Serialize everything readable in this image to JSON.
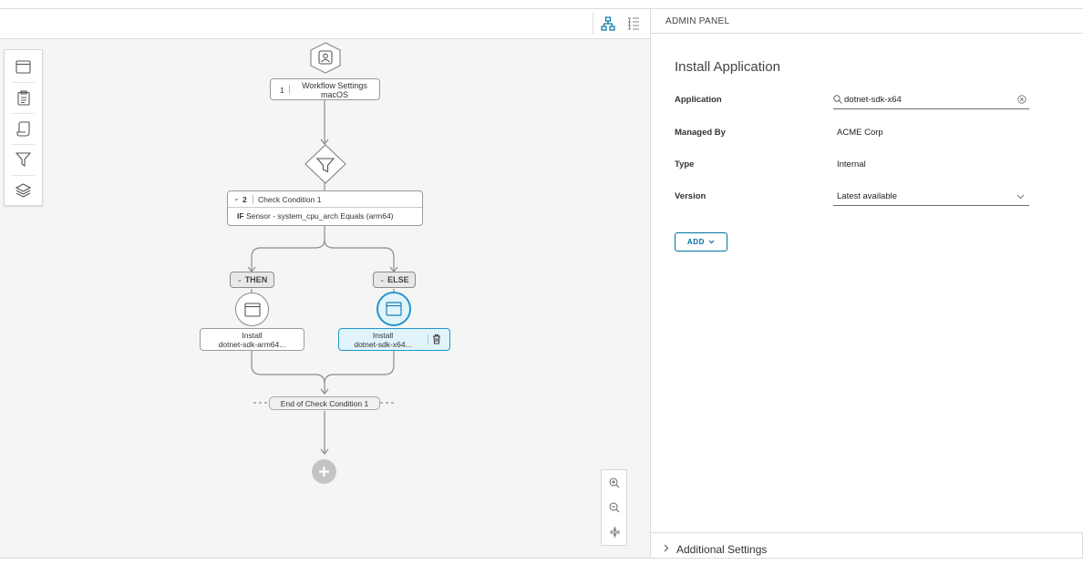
{
  "canvas": {
    "toolbar": {
      "icons": [
        "hierarchy-view-icon",
        "list-view-icon"
      ]
    },
    "left_toolbar": {
      "icons": [
        "window-icon",
        "clipboard-icon",
        "script-icon",
        "filter-icon",
        "layers-icon"
      ]
    },
    "flow": {
      "start": {
        "number": "1",
        "title": "Workflow Settings",
        "subtitle": "macOS"
      },
      "condition": {
        "number": "2",
        "title": "Check Condition 1",
        "if_keyword": "IF",
        "expression": "Sensor - system_cpu_arch Equals (arm64)"
      },
      "then_label": "THEN",
      "else_label": "ELSE",
      "then_step": {
        "line1": "Install",
        "line2": "dotnet-sdk-arm64..."
      },
      "else_step": {
        "line1": "Install",
        "line2": "dotnet-sdk-x64..."
      },
      "end_label": "End of Check Condition 1"
    },
    "zoom": {
      "icons": [
        "zoom-in-icon",
        "zoom-out-icon",
        "fit-to-screen-icon"
      ]
    }
  },
  "admin_panel": {
    "header": "ADMIN PANEL",
    "title": "Install Application",
    "fields": {
      "application": {
        "label": "Application",
        "value": "dotnet-sdk-x64"
      },
      "managed_by": {
        "label": "Managed By",
        "value": "ACME Corp"
      },
      "type": {
        "label": "Type",
        "value": "Internal"
      },
      "version": {
        "label": "Version",
        "value": "Latest available"
      }
    },
    "add_button": "ADD",
    "additional_settings": "Additional Settings"
  },
  "colors": {
    "accent": "#0072a3",
    "selected_fill": "#e1f4fb",
    "selected_border": "#2196c9"
  }
}
